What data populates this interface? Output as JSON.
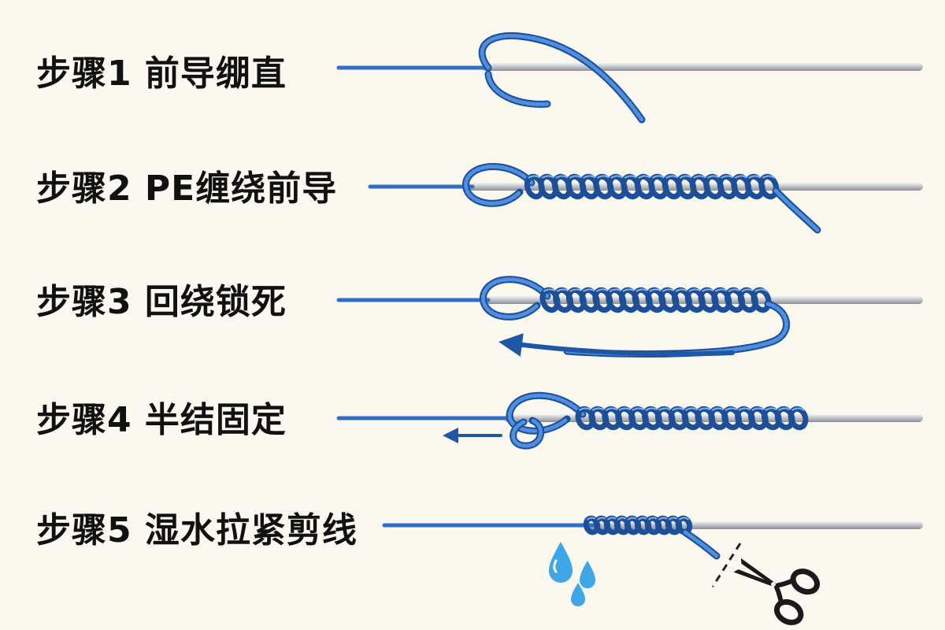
{
  "steps": [
    {
      "label": "步骤1 前导绷直"
    },
    {
      "label": "步骤2 PE缠绕前导"
    },
    {
      "label": "步骤3 回绕锁死"
    },
    {
      "label": "步骤4 半结固定"
    },
    {
      "label": "步骤5 湿水拉紧剪线"
    }
  ],
  "colors": {
    "line": "#2f6fc4",
    "line_dark": "#1d4f99",
    "line_light": "#7fb0ea",
    "leader": "#b9bcc2",
    "leader_highlight": "#eef0f3",
    "arrow": "#1f56a6",
    "water": "#3fa6e8",
    "scissors": "#1a1a1a"
  },
  "icons": [
    "water-drops-icon",
    "scissors-icon",
    "arrow-left-icon"
  ]
}
